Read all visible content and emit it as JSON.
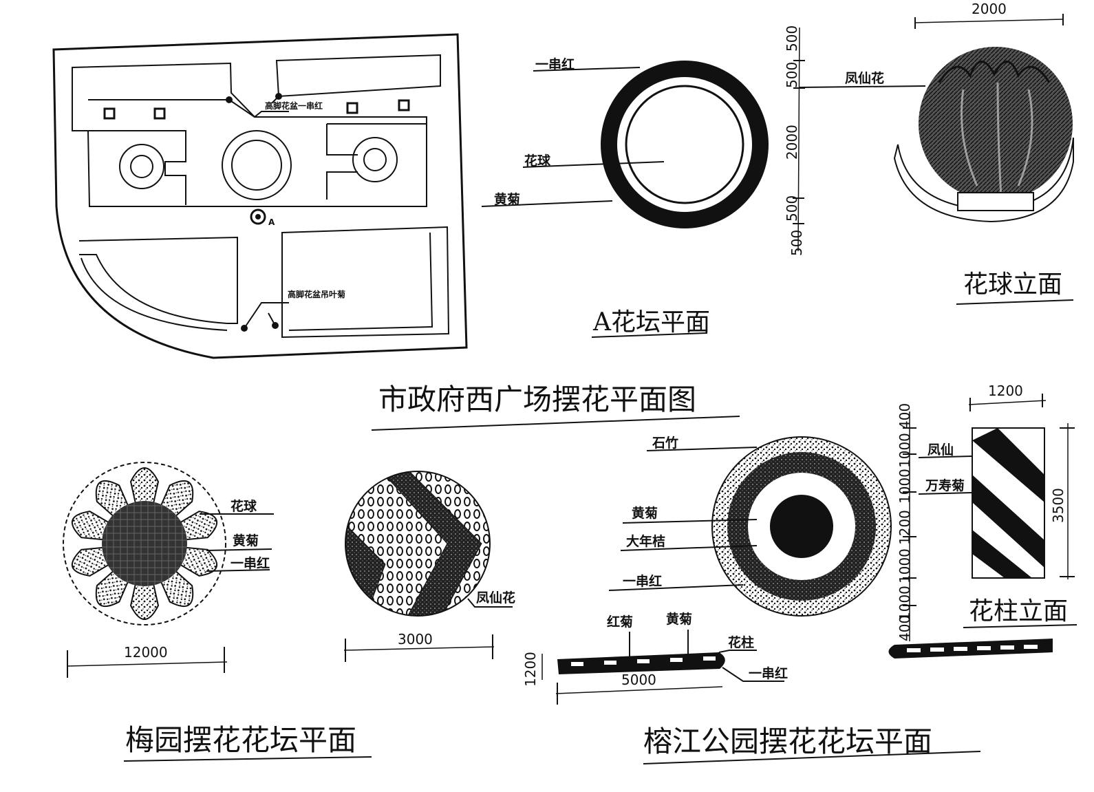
{
  "titles": {
    "main_plan": "市政府西广场摆花平面图",
    "a_bed_plan": "A花坛平面",
    "flower_ball_elevation": "花球立面",
    "meiyuan_plan": "梅园摆花花坛平面",
    "rongjiang_plan": "榕江公园摆花花坛平面",
    "flower_column_elevation": "花柱立面"
  },
  "site_plan": {
    "note_top": "高脚花盆一串红",
    "note_bottom": "高脚花盆吊叶菊",
    "marker": "A"
  },
  "a_bed": {
    "labels": [
      "一串红",
      "花球",
      "黄菊"
    ],
    "dimensions": [
      "500",
      "500",
      "2000",
      "500",
      "500"
    ]
  },
  "flower_ball": {
    "label": "凤仙花",
    "width": "2000"
  },
  "meiyuan": {
    "labels": [
      "花球",
      "黄菊",
      "一串红",
      "凤仙花"
    ],
    "dim_left": "12000",
    "dim_right": "3000"
  },
  "rongjiang": {
    "labels": [
      "石竹",
      "黄菊",
      "大年桔",
      "一串红",
      "红菊",
      "黄菊",
      "花柱",
      "一串红"
    ],
    "strip_height": "1200",
    "strip_length": "5000"
  },
  "flower_column": {
    "labels": [
      "凤仙",
      "万寿菊"
    ],
    "width": "1200",
    "height": "3500",
    "side_dims": [
      "400",
      "1000",
      "1000",
      "1200",
      "1000",
      "1000",
      "400"
    ]
  }
}
